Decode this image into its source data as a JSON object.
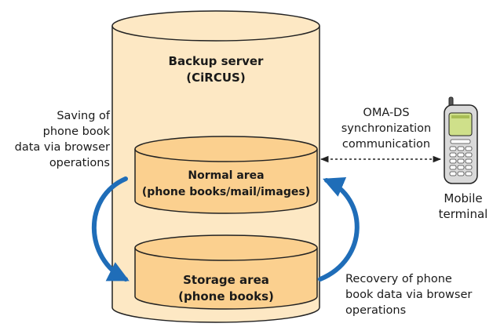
{
  "server": {
    "title": "Backup server\n(CiRCUS)"
  },
  "normal_area": {
    "label": "Normal area\n(phone books/mail/images)"
  },
  "storage_area": {
    "label": "Storage area\n(phone books)"
  },
  "annotations": {
    "saving": "Saving of\nphone book\ndata via browser\noperations",
    "recovery": "Recovery of phone\nbook data via browser\noperations",
    "sync": "OMA-DS\nsynchronization\ncommunication"
  },
  "mobile": {
    "label": "Mobile\nterminal"
  },
  "colors": {
    "server_fill": "#fde8c4",
    "area_fill": "#fbd08f",
    "outline": "#222222",
    "arrow": "#1f6db8",
    "phone_screen": "#cfe08a"
  },
  "icons": {
    "phone": "mobile-phone-icon"
  }
}
